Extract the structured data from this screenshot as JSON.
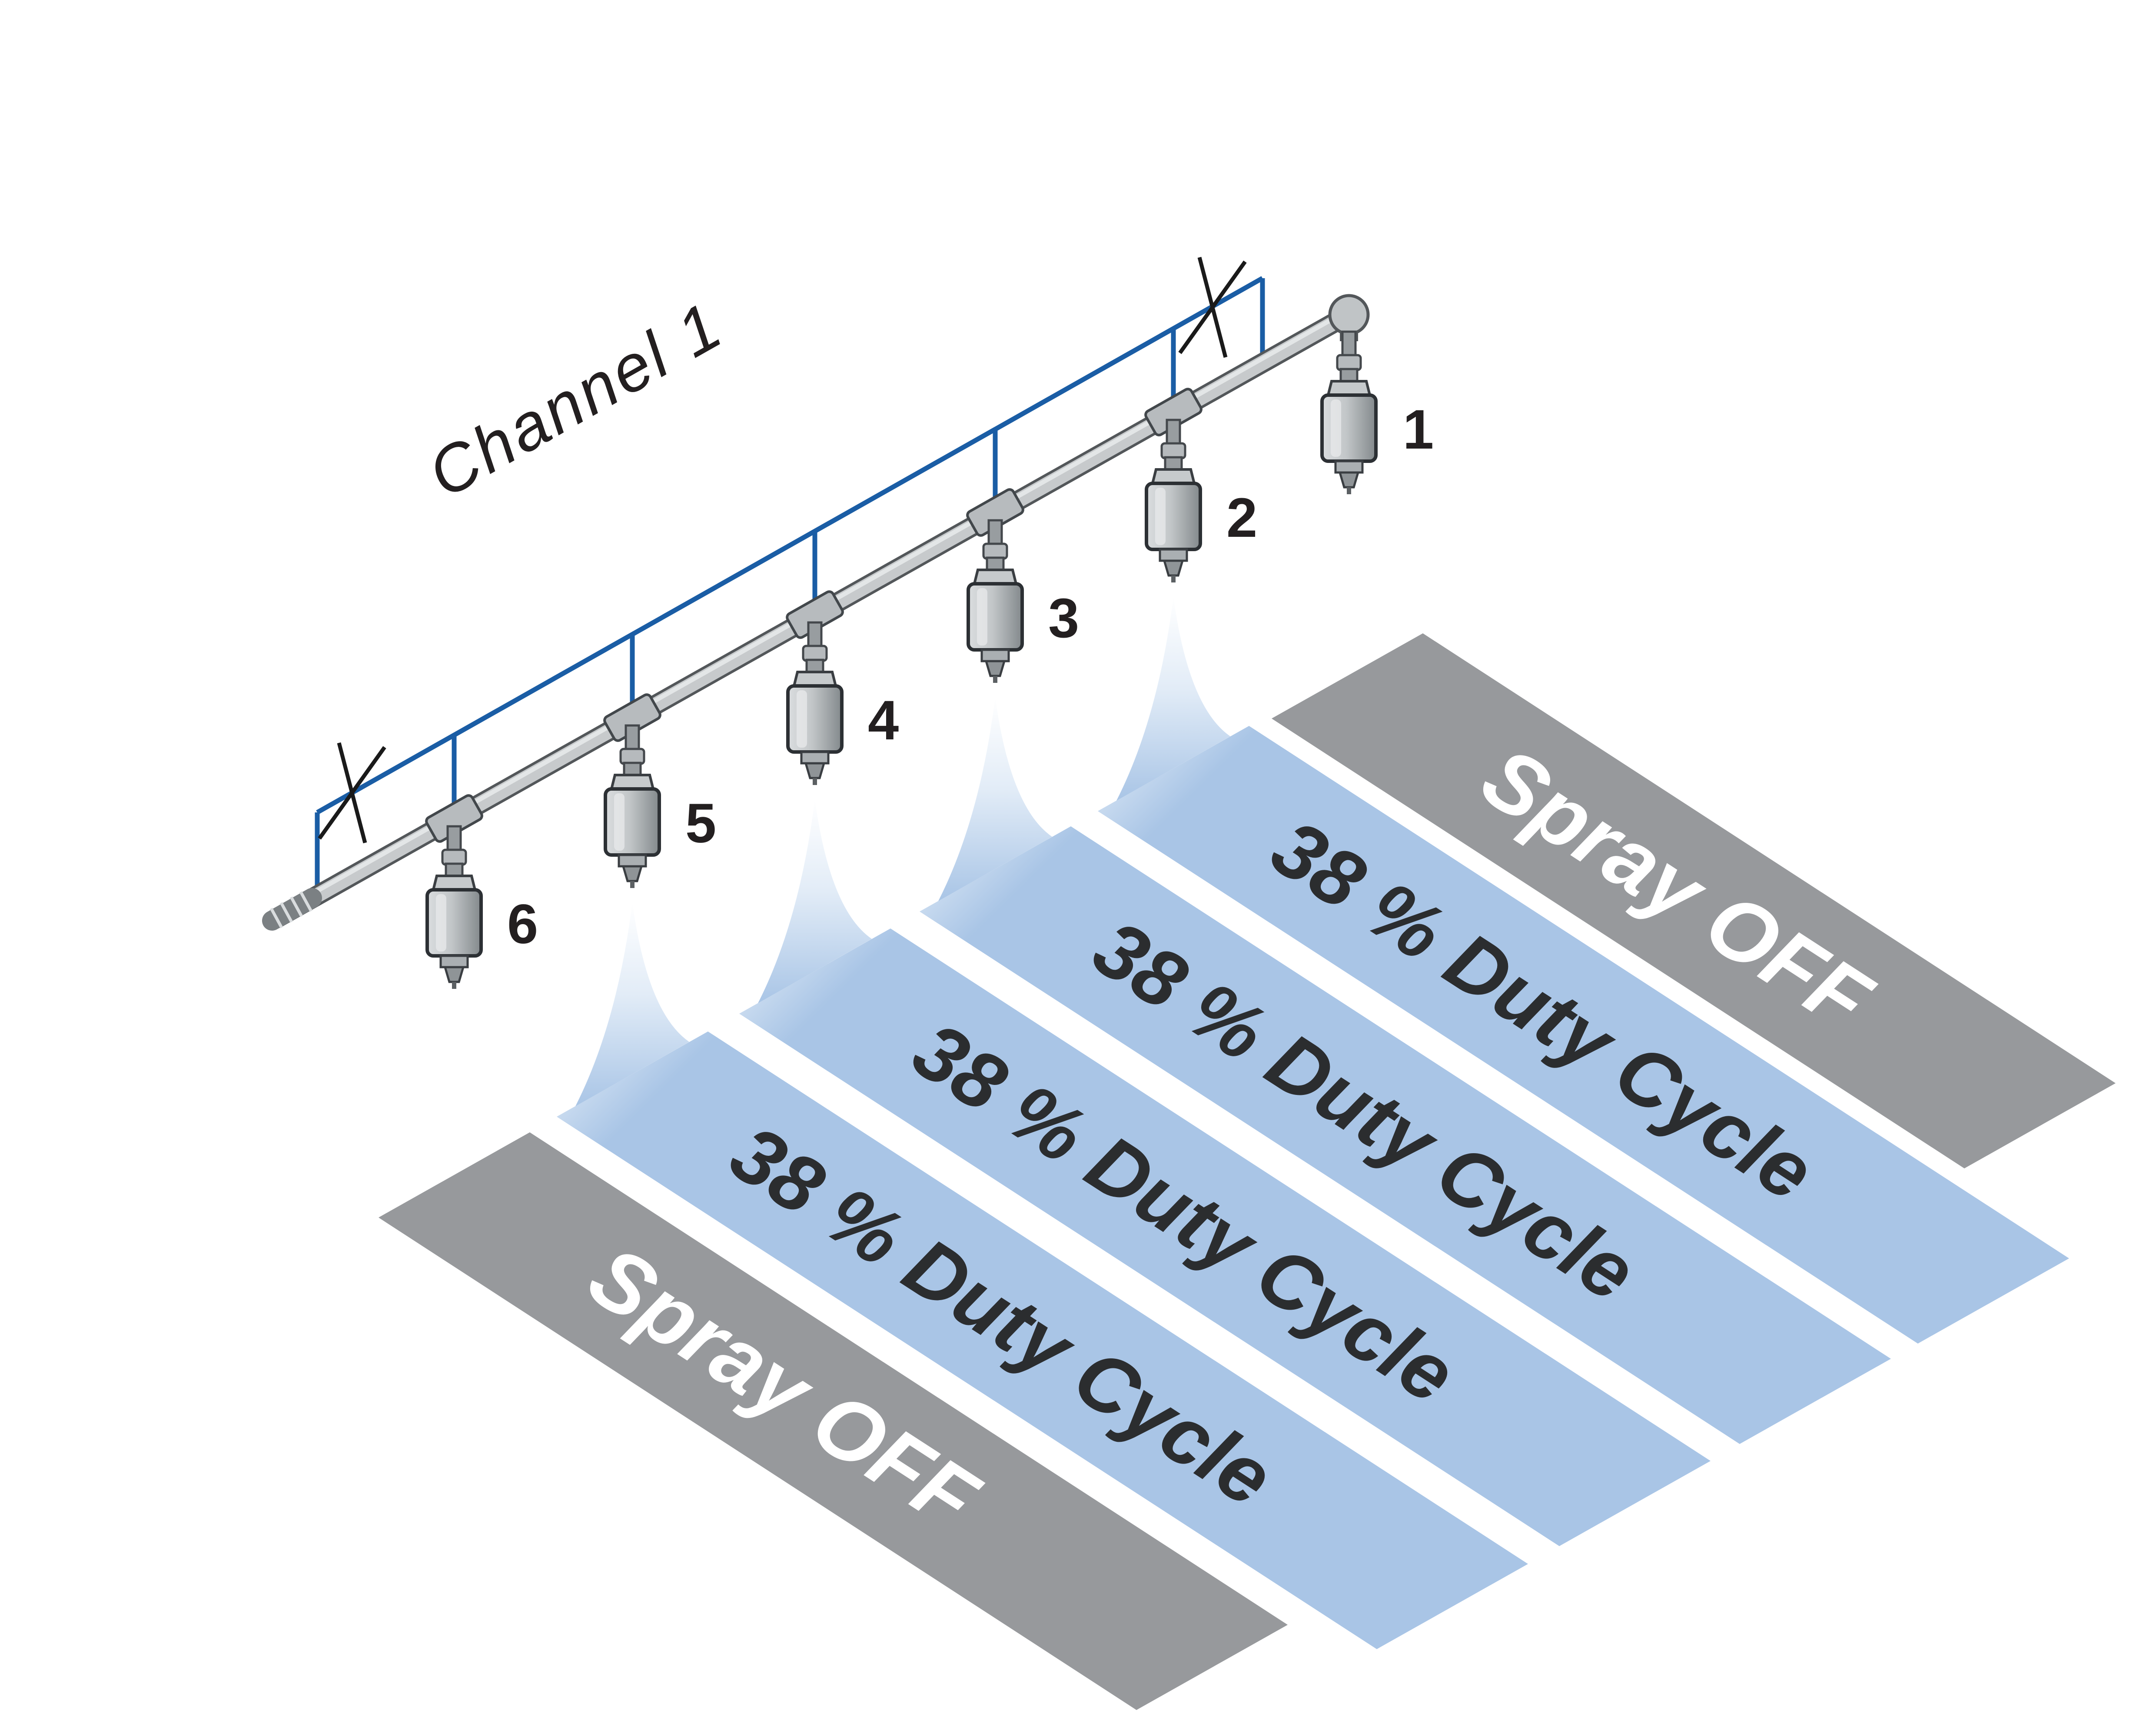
{
  "diagram": {
    "channel_label": "Channel 1",
    "nozzles": [
      {
        "label": "1"
      },
      {
        "label": "2"
      },
      {
        "label": "3"
      },
      {
        "label": "4"
      },
      {
        "label": "5"
      },
      {
        "label": "6"
      }
    ],
    "bands": {
      "top_off_label": "Spray OFF",
      "duty_labels": [
        "38 % Duty Cycle",
        "38 % Duty Cycle",
        "38 % Duty Cycle",
        "38 % Duty Cycle"
      ],
      "bottom_off_label": "Spray OFF"
    },
    "colors": {
      "channel_line": "#1a5da5",
      "duty_band": "#a9c5e6",
      "off_band": "#97999c",
      "pipe": "#c7cacc",
      "text_dark": "#231f20"
    }
  }
}
